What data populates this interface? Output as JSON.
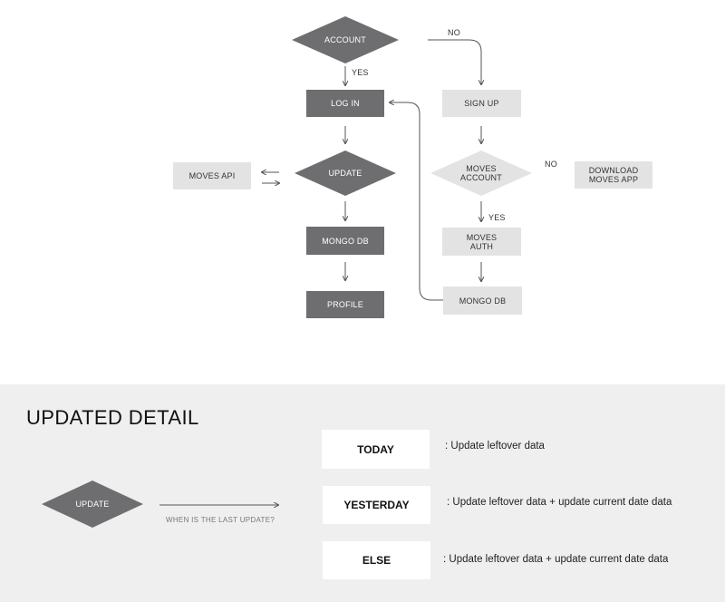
{
  "flowchart": {
    "account": "ACCOUNT",
    "yes_1": "YES",
    "no_1": "NO",
    "login": "LOG IN",
    "signup": "SIGN UP",
    "moves_api": "MOVES API",
    "update": "UPDATE",
    "moves_account": "MOVES\nACCOUNT",
    "no_2": "NO",
    "download": "DOWNLOAD\nMOVES APP",
    "yes_2": "YES",
    "mongo_left": "MONGO DB",
    "moves_auth": "MOVES\nAUTH",
    "profile": "PROFILE",
    "mongo_right": "MONGO DB"
  },
  "detail": {
    "title": "UPDATED DETAIL",
    "update_diamond": "UPDATE",
    "question": "WHEN IS THE LAST UPDATE?",
    "cases": [
      {
        "label": "TODAY",
        "desc": ": Update leftover data"
      },
      {
        "label": "YESTERDAY",
        "desc": ": Update leftover data + update current date data"
      },
      {
        "label": "ELSE",
        "desc": ": Update leftover data + update current date data"
      }
    ]
  },
  "colors": {
    "dark_node": "#6e6e70",
    "light_node": "#e3e3e4",
    "connector": "#555555",
    "detail_bg": "#efefef"
  }
}
